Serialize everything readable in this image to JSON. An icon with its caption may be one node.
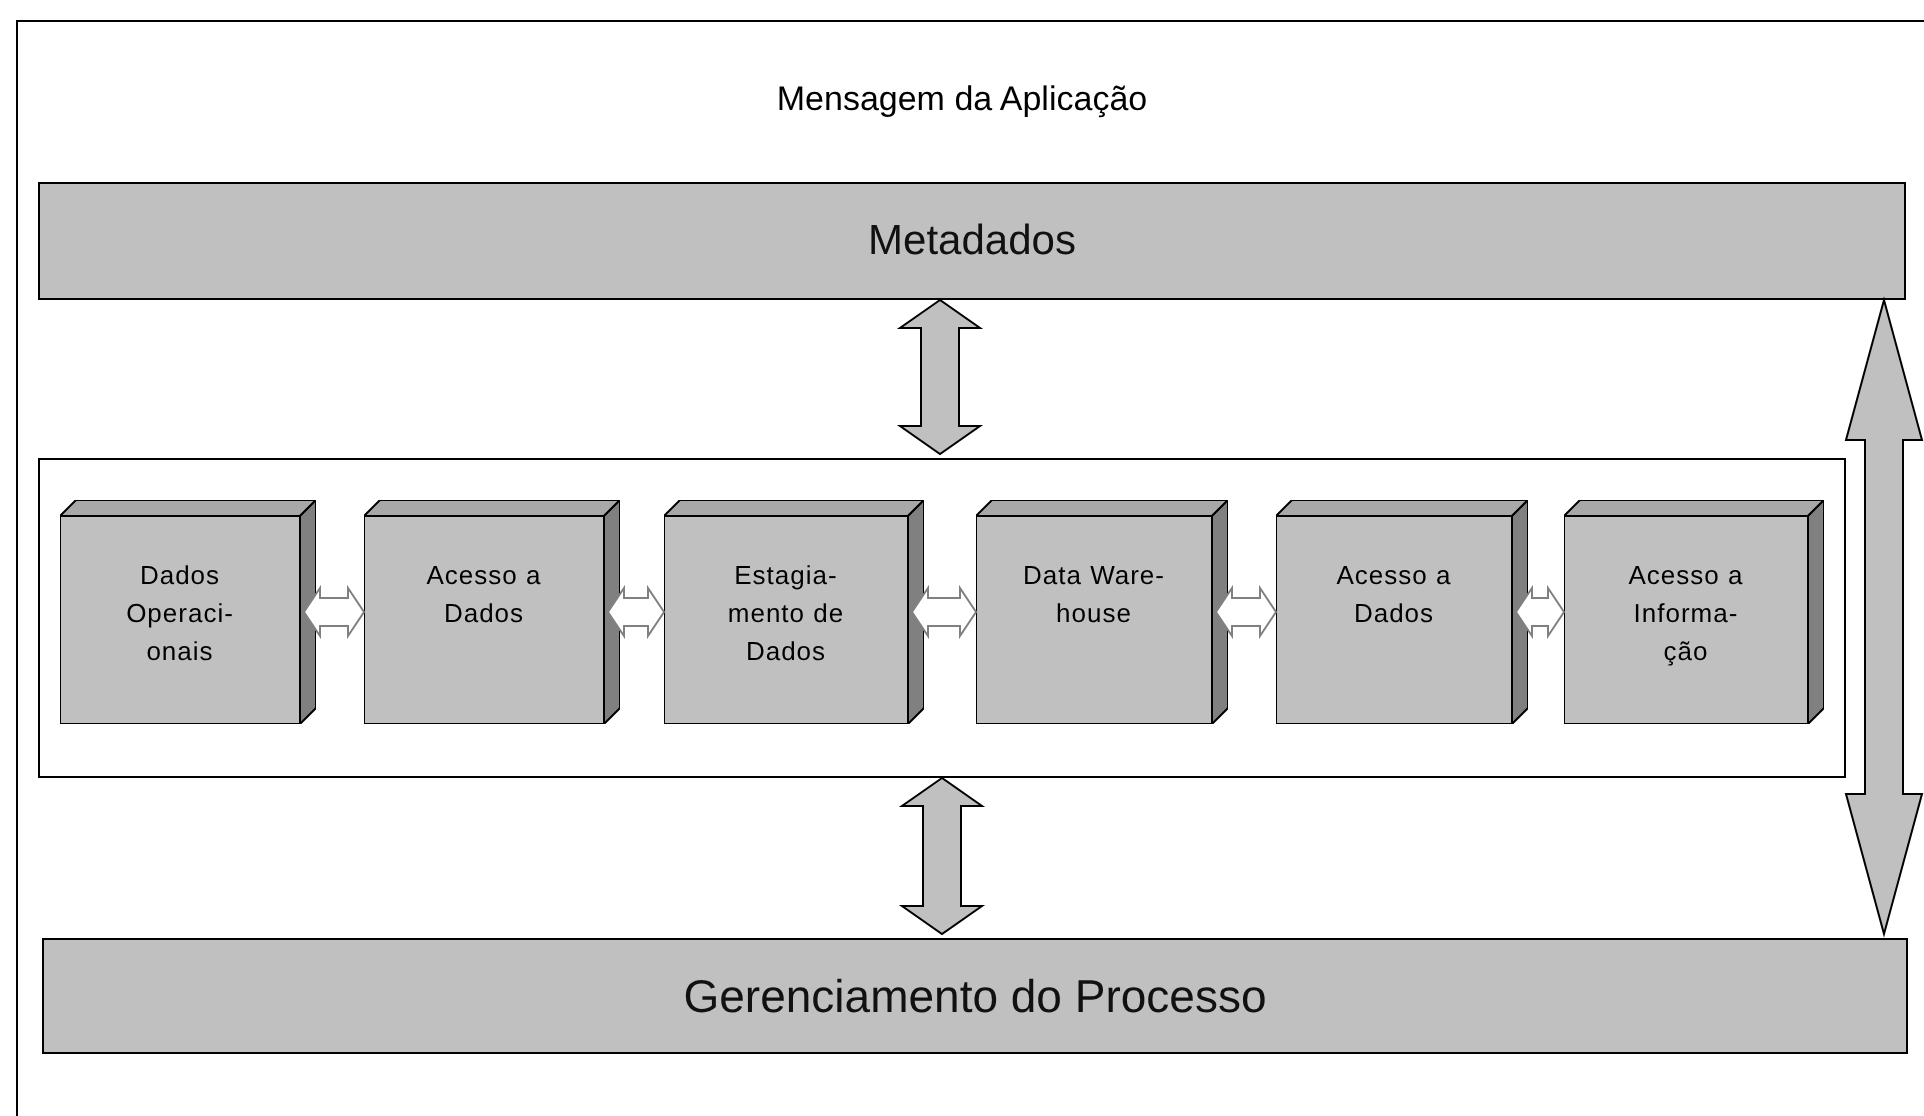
{
  "diagram": {
    "nodes": [
      {
        "text": [
          "Mensagem da Aplicação"
        ]
      },
      {
        "text": [
          "Metadados"
        ],
        "in": 0
      },
      {
        "text": [],
        "shape": "box",
        "in": 0
      },
      {
        "text": [
          "Dados Operaci- onais"
        ],
        "in": 2
      },
      {
        "text": [
          "Acesso a Dados"
        ],
        "in": 2
      },
      {
        "text": [
          "Estagia- mento de Dados"
        ],
        "in": 2
      },
      {
        "text": [
          "Data Ware- house"
        ],
        "in": 2
      },
      {
        "text": [
          "Acesso a Dados"
        ],
        "in": 2
      },
      {
        "text": [
          "Acesso a Informa- ção"
        ],
        "in": 2
      },
      {
        "text": [
          "Gerenciamento do Processo"
        ],
        "in": 0
      }
    ],
    "edges": [
      {
        "from": 1,
        "to": 2,
        "arrow": "both",
        "color": "#c0c0c0"
      },
      {
        "from": 3,
        "to": 4,
        "arrow": "both"
      },
      {
        "from": 4,
        "to": 5,
        "arrow": "both"
      },
      {
        "from": 5,
        "to": 6,
        "arrow": "both"
      },
      {
        "from": 6,
        "to": 7,
        "arrow": "both"
      },
      {
        "from": 7,
        "to": 8,
        "arrow": "both"
      },
      {
        "from": 2,
        "to": 9,
        "arrow": "both",
        "color": "#c0c0c0"
      },
      {
        "from": 1,
        "to": 9,
        "arrow": "both",
        "color": "#c0c0c0"
      }
    ]
  }
}
